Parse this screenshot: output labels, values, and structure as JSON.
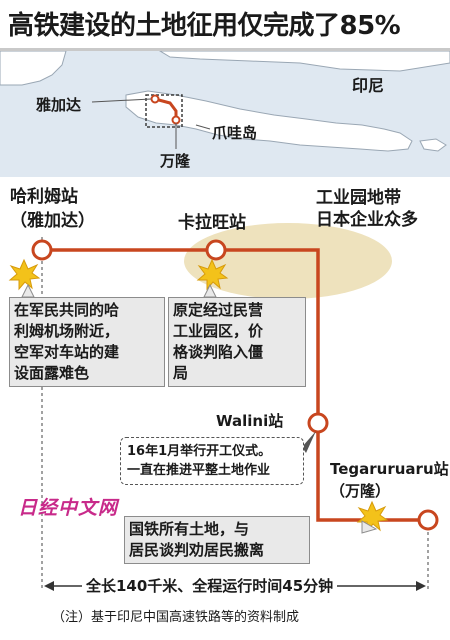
{
  "title": "高铁建设的土地征用仅完成了85%",
  "inset": {
    "region_label": "印尼",
    "jakarta_label": "雅加达",
    "island_label": "爪哇岛",
    "bandung_label": "万隆"
  },
  "stations": {
    "halim_name": "哈利姆站",
    "halim_sub": "（雅加达）",
    "karawang_name": "卡拉旺站",
    "walini_name": "Walini站",
    "tegaluar_name": "Tegaruruaru站",
    "tegaluar_sub": "（万隆）"
  },
  "industrial": {
    "line1": "工业园地带",
    "line2": "日本企业众多"
  },
  "notes": {
    "halim": [
      "在军民共同的哈",
      "利姆机场附近，",
      "空军对车站的建",
      "设面露难色"
    ],
    "karawang": [
      "原定经过民营",
      "工业园区，价",
      "格谈判陷入僵",
      "局"
    ],
    "ceremony": [
      "16年1月举行开工仪式。",
      "一直在推进平整土地作业"
    ],
    "bandung": [
      "国铁所有土地，与",
      "居民谈判劝居民搬离"
    ]
  },
  "watermark": "日经中文网",
  "length_text": "全长140千米、全程运行时间45分钟",
  "source_note": "（注）基于印尼中国高速铁路等的资料制成",
  "colors": {
    "rail_line": "#c8461f",
    "sea": "#dfe8f1",
    "land": "#ffffff",
    "industrial_zone": "#eee2bd",
    "burst": "#f3c21a",
    "note_fill": "#e9e9e9"
  }
}
